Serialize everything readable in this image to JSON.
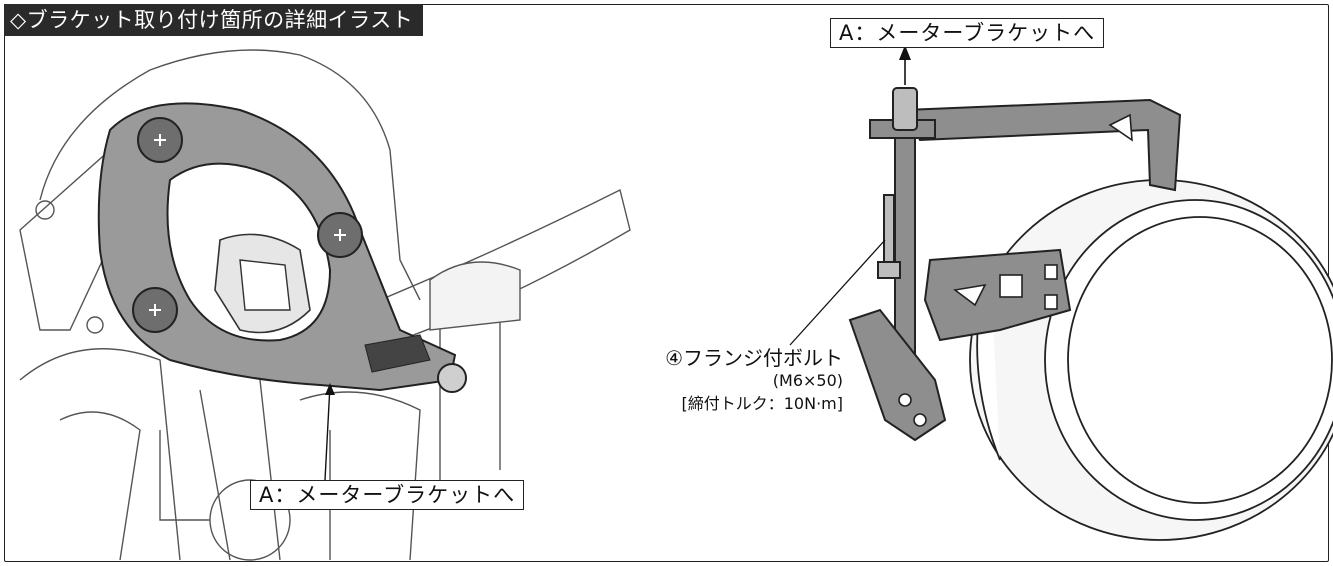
{
  "title": "◇ブラケット取り付け箇所の詳細イラスト",
  "callouts": {
    "left": "A：メーターブラケットへ",
    "right_top": "A：メーターブラケットへ"
  },
  "bolt": {
    "name": "④フランジ付ボルト",
    "size": "(M6×50)",
    "torque": "[締付トルク：10N·m]"
  }
}
